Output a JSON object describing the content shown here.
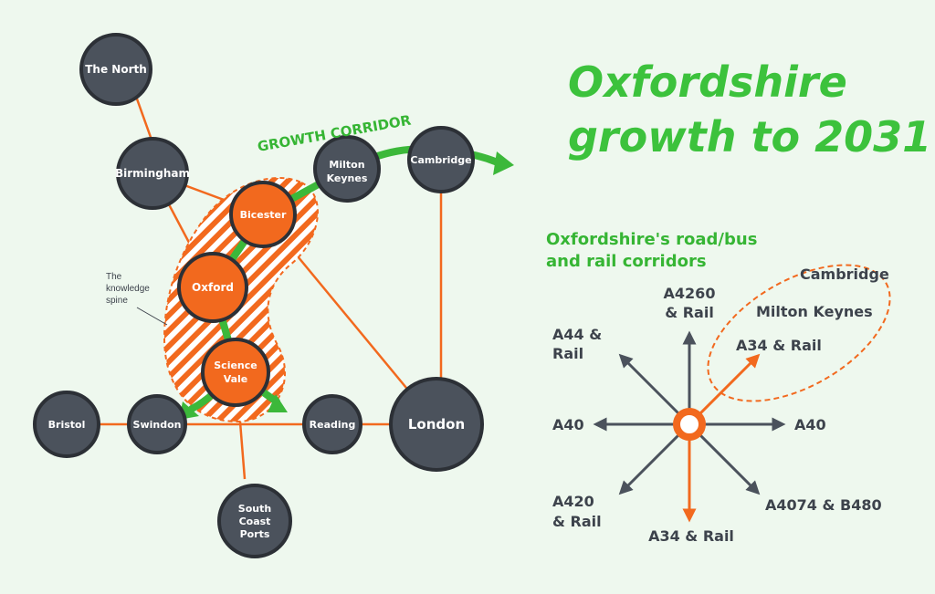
{
  "title": {
    "line1": "Oxfordshire",
    "line2": "growth to 2031"
  },
  "growth_corridor_label": "GROWTH CORRIDOR",
  "knowledge_spine": {
    "line1": "The",
    "line2": "knowledge",
    "line3": "spine"
  },
  "nodes": {
    "the_north": "The North",
    "birmingham": "Birmingham",
    "bicester": "Bicester",
    "milton_keynes": {
      "line1": "Milton",
      "line2": "Keynes"
    },
    "cambridge": "Cambridge",
    "oxford": "Oxford",
    "science_vale": {
      "line1": "Science",
      "line2": "Vale"
    },
    "bristol": "Bristol",
    "swindon": "Swindon",
    "reading": "Reading",
    "london": "London",
    "south_coast_ports": {
      "line1": "South",
      "line2": "Coast",
      "line3": "Ports"
    }
  },
  "corridors": {
    "heading": {
      "line1": "Oxfordshire's road/bus",
      "line2": "and rail corridors"
    },
    "a4260": {
      "line1": "A4260",
      "line2": "& Rail"
    },
    "a44": {
      "line1": "A44 &",
      "line2": "Rail"
    },
    "a34_ne": "A34 & Rail",
    "a40_west": "A40",
    "a40_east": "A40",
    "a420": {
      "line1": "A420",
      "line2": "& Rail"
    },
    "a34_south": "A34 & Rail",
    "a4074": "A4074 & B480",
    "ne_destinations": {
      "cambridge": "Cambridge",
      "milton_keynes": "Milton Keynes"
    }
  },
  "colors": {
    "background": "#eef8ee",
    "node_dark": "#4b525c",
    "node_stroke": "#2c3036",
    "orange": "#f2691e",
    "green": "#3cb83a",
    "text_dark": "#3d434c"
  }
}
